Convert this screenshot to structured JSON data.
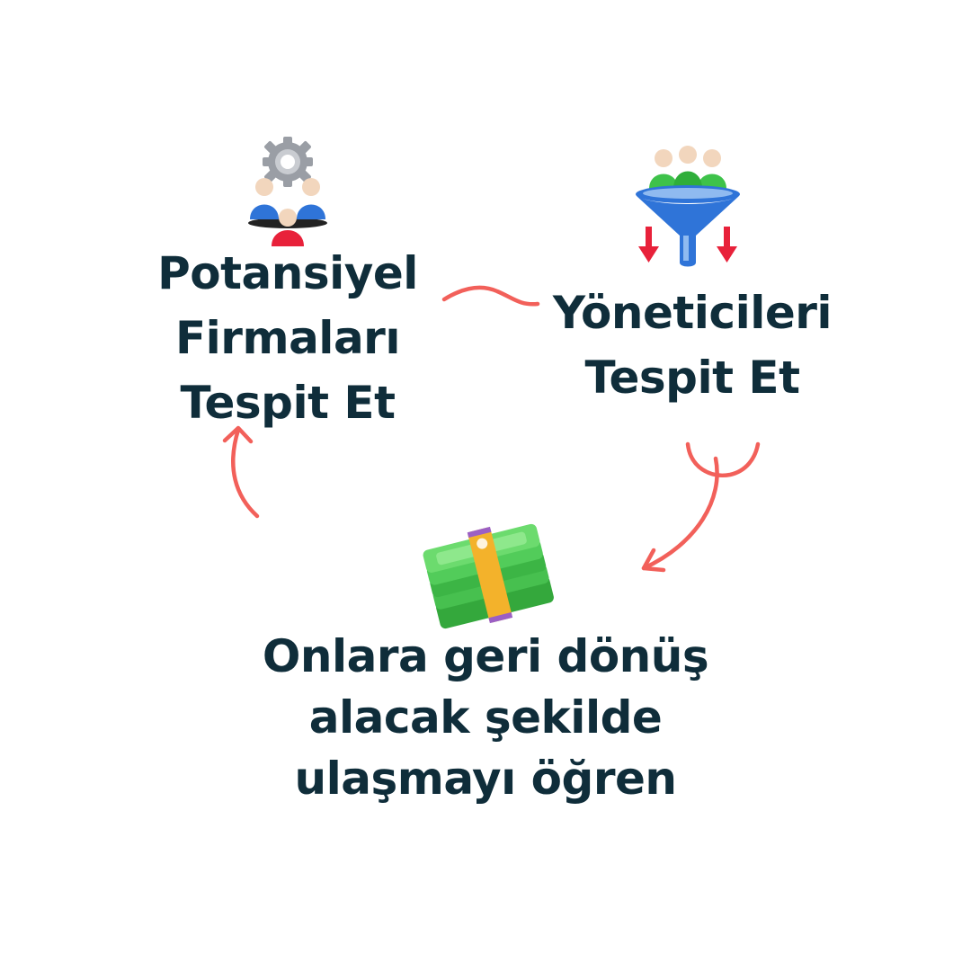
{
  "steps": [
    {
      "icon": "team-gear-icon",
      "lines": [
        "Potansiyel",
        "Firmaları",
        "Tespit Et"
      ]
    },
    {
      "icon": "funnel-people-icon",
      "lines": [
        "Yöneticileri",
        "Tespit Et"
      ]
    },
    {
      "icon": "money-stack-icon",
      "lines": [
        "Onlara geri dönüş",
        "alacak şekilde",
        "ulaşmayı öğren"
      ]
    }
  ],
  "colors": {
    "text": "#0f2d3a",
    "arrow": "#f2605a"
  }
}
